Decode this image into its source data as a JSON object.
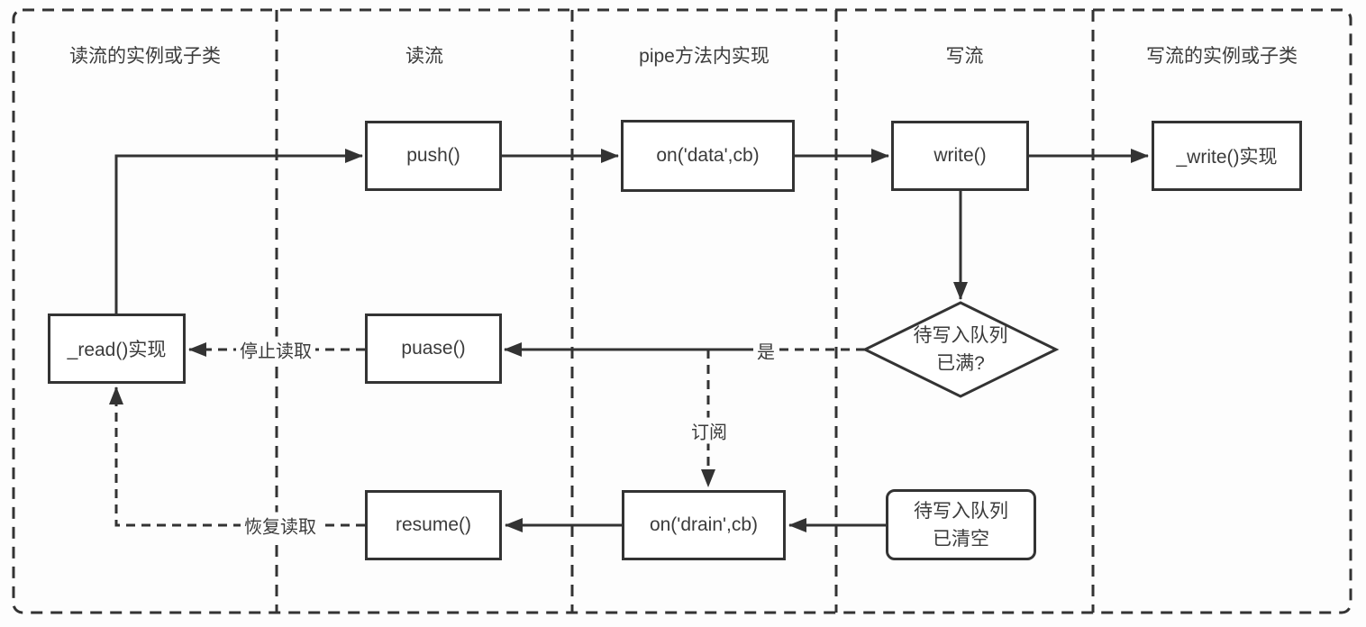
{
  "lanes": [
    {
      "title": "读流的实例或子类"
    },
    {
      "title": "读流"
    },
    {
      "title": "pipe方法内实现"
    },
    {
      "title": "写流"
    },
    {
      "title": "写流的实例或子类"
    }
  ],
  "nodes": {
    "read_impl": {
      "label": "_read()实现"
    },
    "push": {
      "label": "push()"
    },
    "on_data": {
      "label": "on('data',cb)"
    },
    "write": {
      "label": "write()"
    },
    "write_impl": {
      "label": "_write()实现"
    },
    "pause": {
      "label": "puase()"
    },
    "queue_full": {
      "line1": "待写入队列",
      "line2": "已满?"
    },
    "resume": {
      "label": "resume()"
    },
    "on_drain": {
      "label": "on('drain',cb)"
    },
    "queue_empty": {
      "line1": "待写入队列",
      "line2": "已清空"
    }
  },
  "edge_labels": {
    "yes": "是",
    "subscribe": "订阅",
    "stop_reading": "停止读取",
    "resume_reading": "恢复读取"
  },
  "colors": {
    "stroke": "#333333",
    "text": "#3b3b3b",
    "node_fill": "#ffffff",
    "background": "#fdfdfd"
  }
}
